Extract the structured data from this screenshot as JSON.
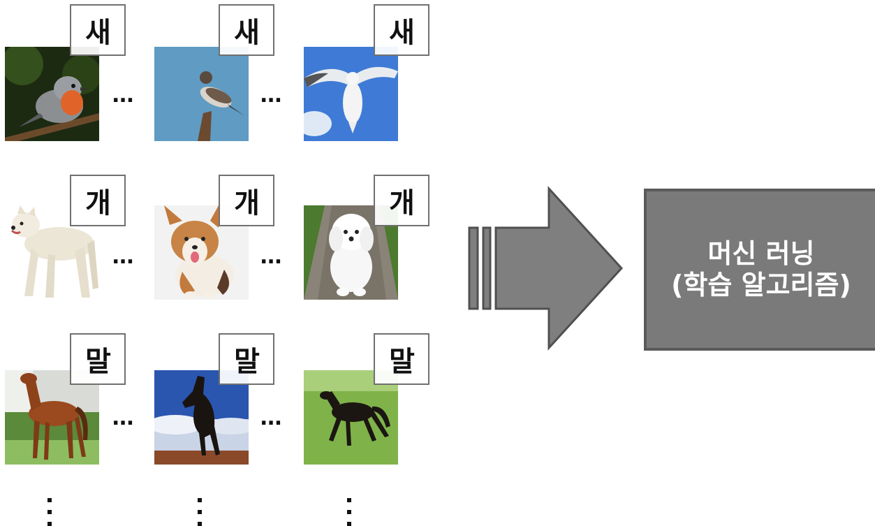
{
  "rows": [
    {
      "label": "새",
      "photos": [
        "robin",
        "small-bird",
        "seagull"
      ]
    },
    {
      "label": "개",
      "photos": [
        "white-dog",
        "corgi",
        "fluffy-dog"
      ]
    },
    {
      "label": "말",
      "photos": [
        "chestnut-horse",
        "rearing-horse",
        "running-horse"
      ]
    }
  ],
  "labels": {
    "bird": [
      "새",
      "새",
      "새"
    ],
    "dog": [
      "개",
      "개",
      "개"
    ],
    "horse": [
      "말",
      "말",
      "말"
    ]
  },
  "ellipsis": "...",
  "ml_box": {
    "line1": "머신 러닝",
    "line2": "(학습 알고리즘)"
  },
  "colors": {
    "arrow_fill": "#7f7f7f",
    "arrow_stroke": "#505050",
    "box_fill": "#7a7a7a",
    "box_border": "#5a5a5a",
    "label_border": "#707070"
  }
}
